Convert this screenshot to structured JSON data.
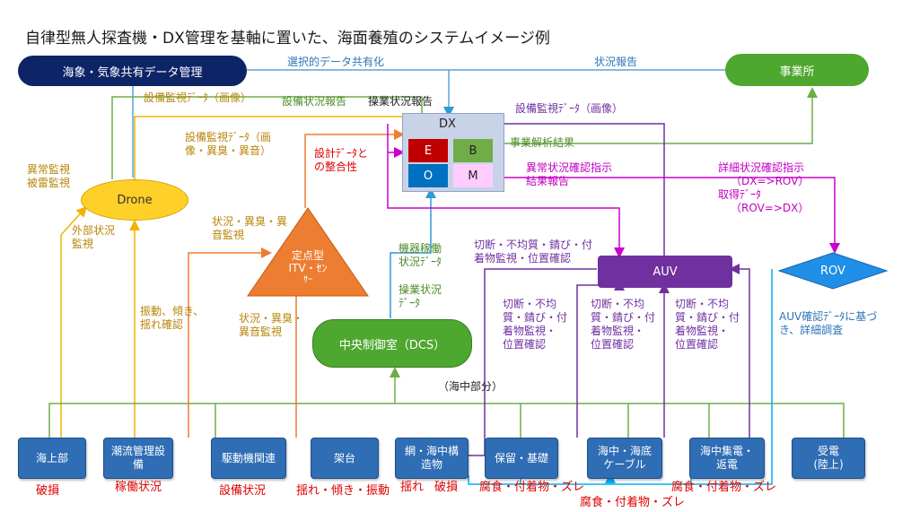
{
  "title": "自律型無人探査機・DX管理を基軸に置いた、海面養殖のシステムイメージ例",
  "nodes": {
    "weather": "海象・気象共有データ管理",
    "office": "事業所",
    "drone": "Drone",
    "itv": [
      "定点型",
      "ITV・ｾﾝ",
      "ｻｰ"
    ],
    "dcs": "中央制御室（DCS）",
    "auv": "AUV",
    "rov": "ROV",
    "dx": {
      "title": "DX",
      "e": "E",
      "b": "B",
      "o": "O",
      "m": "M"
    }
  },
  "bottom": [
    {
      "key": "kaijo",
      "label": [
        "海上部"
      ],
      "note": "破損"
    },
    {
      "key": "choryu",
      "label": [
        "潮流管理設",
        "備"
      ],
      "note": "稼働状況"
    },
    {
      "key": "kudo",
      "label": [
        "駆動機関連"
      ],
      "note": "設備状況"
    },
    {
      "key": "kadai",
      "label": [
        "架台"
      ],
      "note": "揺れ・傾き・振動"
    },
    {
      "key": "ami",
      "label": [
        "網・海中構",
        "造物"
      ],
      "note": "揺れ"
    },
    {
      "key": "horyu",
      "label": [
        "保留・基礎"
      ],
      "note": ""
    },
    {
      "key": "kaitei",
      "label": [
        "海中・海底",
        "ケーブル"
      ],
      "note": ""
    },
    {
      "key": "shuden",
      "label": [
        "海中集電・",
        "返電"
      ],
      "note": ""
    },
    {
      "key": "juden",
      "label": [
        "受電",
        "(陸上)"
      ],
      "note": ""
    }
  ],
  "bottom_extra": {
    "haseon": "破損",
    "fushoku_1": "腐食・付着物・ズレ",
    "fushoku_2": "腐食・付着物・ズレ",
    "fushoku_3": "腐食・付着物・ズレ",
    "kaichu": "（海中部分）"
  },
  "labels": {
    "sentaku": "選択的データ共有化",
    "jokyo_hokoku": "状況報告",
    "setsubi_kanshi_top": "設備監視ﾃﾞｰﾀ（画像）",
    "setsubi_jokyo": "設備状況報告",
    "sogyo_jokyo": "操業状況報告",
    "setsubi_kanshi_itv": [
      "設備監視ﾃﾞｰﾀ（画",
      "像・異臭・異音）"
    ],
    "sekkei": [
      "設計ﾃﾞｰﾀと",
      "の整合性"
    ],
    "setsubi_kanshi_auv": "設備監視ﾃﾞｰﾀ（画像）",
    "jigyo_kaiseki": "事業解析結果",
    "ijo_kakunin": [
      "異常状況確認指示",
      "結果報告"
    ],
    "shosai": [
      "詳細状況確認指示",
      "（DX=>ROV）",
      "取得ﾃﾞｰﾀ",
      "（ROV=>DX）"
    ],
    "ijo_kanshi": [
      "異常監視",
      "被雷監視"
    ],
    "gaibu": [
      "外部状況",
      "監視"
    ],
    "jokyo_itv": [
      "状況・異臭・異",
      "音監視"
    ],
    "shindo": [
      "振動、傾き、",
      "揺れ確認"
    ],
    "jokyo_under": [
      "状況・異臭・",
      "異音監視"
    ],
    "kiki_kado": [
      "機器稼働",
      "状況ﾃﾞｰﾀ"
    ],
    "sogyo_data": [
      "操業状況",
      "ﾃﾞｰﾀ"
    ],
    "setsudan_top": [
      "切断・不均質・錆び・付",
      "着物監視・位置確認"
    ],
    "setsudan_a": [
      "切断・不均",
      "質・錆び・付",
      "着物監視・",
      "位置確認"
    ],
    "setsudan_b": [
      "切断・不均",
      "質・錆び・付",
      "着物監視・",
      "位置確認"
    ],
    "setsudan_c": [
      "切断・不均",
      "質・錆び・付",
      "着物監視・",
      "位置確認"
    ],
    "rov_note": [
      "AUV確認ﾃﾞｰﾀに基づ",
      "き、詳細調査"
    ]
  },
  "colors": {
    "navy": "#0d2466",
    "green_node": "#4ea72e",
    "yellow_node": "#ffd02a",
    "orange_node": "#ed7d31",
    "auv": "#7030a0",
    "rov": "#1f8fe8",
    "box": "#2f6db5",
    "e": "#c00000",
    "b": "#70ad47",
    "o": "#0070c0",
    "m": "#ffccff"
  }
}
